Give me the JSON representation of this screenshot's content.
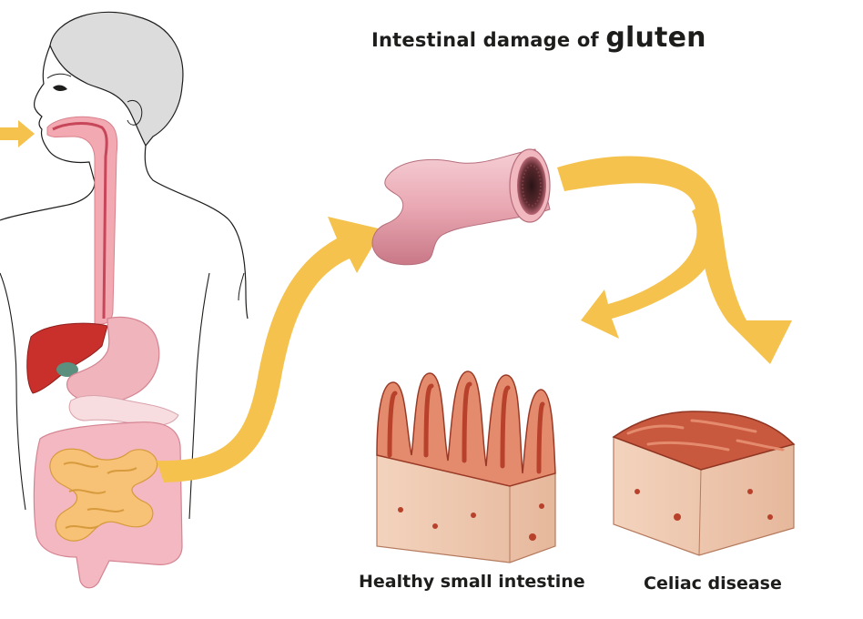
{
  "title": {
    "prefix": "Intestinal damage of",
    "emphasis": "gluten"
  },
  "labels": {
    "healthy": "Healthy small intestine",
    "celiac": "Celiac disease"
  },
  "colors": {
    "arrow": "#f4c24d",
    "tissue": "#f0c9ad",
    "villi_dark": "#b8412c",
    "villi_light": "#e48b6e",
    "liver": "#c9302c",
    "intestine": "#f7c275",
    "tube_pink": "#e8a2ad"
  },
  "icons": [
    "human-silhouette-icon",
    "duodenum-tube-icon",
    "healthy-villi-icon",
    "flattened-villi-icon",
    "flow-arrow-icon"
  ]
}
